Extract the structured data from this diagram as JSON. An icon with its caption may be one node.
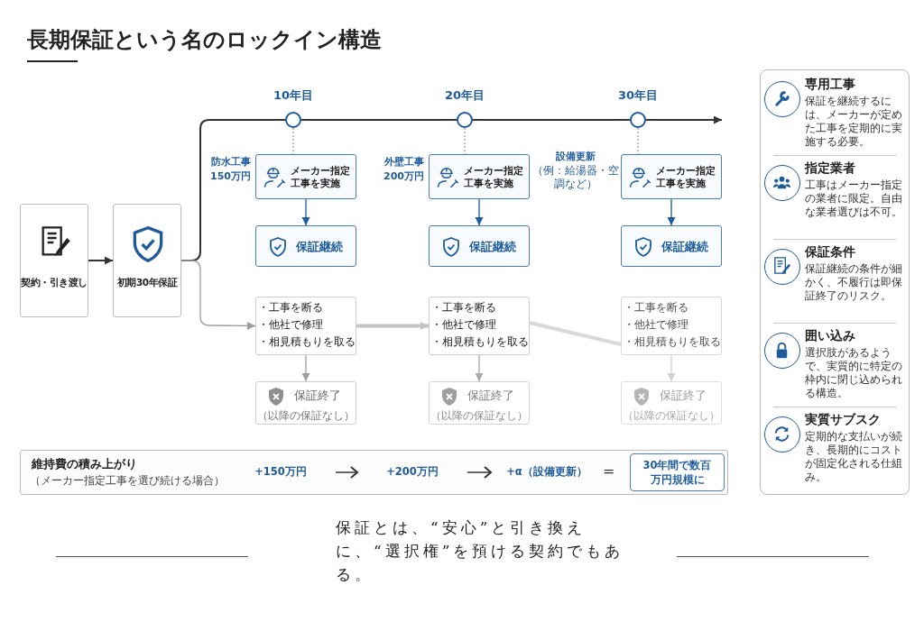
{
  "diagram": {
    "title": "長期保証という名のロックイン構造",
    "nodes": [
      {
        "text": [
          "契約・引き渡し"
        ]
      },
      {
        "text": [
          "初期30年保証"
        ]
      },
      {
        "text": [],
        "shape": "circle",
        "beside": [
          "10年目"
        ]
      },
      {
        "text": [
          "メーカー指定工事を実施"
        ],
        "beside": [
          "防水工事 150万円"
        ]
      },
      {
        "text": [
          "保証継続"
        ]
      },
      {
        "text": [
          "・工事を断る",
          "・他社で修理",
          "・相見積もりを取る"
        ]
      },
      {
        "text": [
          "保証終了",
          "（以降の保証なし）"
        ]
      },
      {
        "text": [],
        "shape": "circle",
        "beside": [
          "20年目"
        ]
      },
      {
        "text": [
          "メーカー指定工事を実施"
        ],
        "beside": [
          "外壁工事 200万円"
        ]
      },
      {
        "text": [
          "保証継続"
        ]
      },
      {
        "text": [
          "・工事を断る",
          "・他社で修理",
          "・相見積もりを取る"
        ]
      },
      {
        "text": [
          "保証終了",
          "（以降の保証なし）"
        ]
      },
      {
        "text": [],
        "shape": "circle",
        "beside": [
          "30年目"
        ]
      },
      {
        "text": [
          "メーカー指定工事を実施"
        ],
        "beside": [
          "設備更新",
          "（例：給湯器・空調など）"
        ]
      },
      {
        "text": [
          "保証継続"
        ]
      },
      {
        "text": [
          "・工事を断る",
          "・他社で修理",
          "・相見積もりを取る"
        ]
      },
      {
        "text": [
          "保証終了",
          "（以降の保証なし）"
        ]
      },
      {
        "text": [
          "専用工事",
          "保証を継続するには、メーカーが定めた工事を定期的に実施する必要。",
          "指定業者",
          "工事はメーカー指定の業者に限定。自由な業者選びは不可。",
          "保証条件",
          "保証継続の条件が細かく、不履行は即保証終了のリスク。",
          "囲い込み",
          "選択肢があるようで、実質的に特定の枠内に閉じ込められる構造。",
          "実質サブスク",
          "定期的な支払いが続き、長期的にコストが固定化される仕組み。"
        ]
      },
      {
        "text": [
          "維持費の積み上がり",
          "（メーカー指定工事を選び続ける場合）"
        ]
      },
      {
        "text": [
          "+150万円"
        ],
        "in": 18
      },
      {
        "text": [
          "+200万円"
        ],
        "in": 18
      },
      {
        "text": [
          "+α（設備更新）"
        ],
        "in": 18
      },
      {
        "text": [
          "30年間で数百万円規模に"
        ],
        "in": 18
      }
    ],
    "edges": [
      {
        "from": 0,
        "to": 1,
        "arrow": "to"
      },
      {
        "from": 1,
        "to": 2,
        "arrow": "none"
      },
      {
        "from": 2,
        "to": 7,
        "arrow": "none"
      },
      {
        "from": 7,
        "to": 12,
        "arrow": "none"
      },
      {
        "from": 12,
        "to": null,
        "arrow": "to"
      },
      {
        "from": 2,
        "to": 3,
        "arrow": "none",
        "style": "dashed",
        "color": "#9e9e9e"
      },
      {
        "from": 3,
        "to": 4,
        "arrow": "to",
        "color": "#1d5b9b"
      },
      {
        "from": 7,
        "to": 8,
        "arrow": "none",
        "style": "dashed",
        "color": "#9e9e9e"
      },
      {
        "from": 8,
        "to": 9,
        "arrow": "to",
        "color": "#1d5b9b"
      },
      {
        "from": 12,
        "to": 13,
        "arrow": "none",
        "style": "dashed",
        "color": "#9e9e9e"
      },
      {
        "from": 13,
        "to": 14,
        "arrow": "to",
        "color": "#1d5b9b"
      },
      {
        "from": 1,
        "to": 5,
        "arrow": "to",
        "color": "#9e9e9e"
      },
      {
        "from": 5,
        "to": 10,
        "arrow": "to",
        "style": "thick",
        "color": "#c4c4c4"
      },
      {
        "from": 10,
        "to": 15,
        "arrow": "none",
        "style": "thick",
        "color": "#d9d9d9"
      },
      {
        "from": 5,
        "to": 6,
        "arrow": "to",
        "color": "#9e9e9e"
      },
      {
        "from": 10,
        "to": 11,
        "arrow": "to",
        "color": "#a8a8a8"
      },
      {
        "from": 15,
        "to": 16,
        "arrow": "to",
        "color": "#d0d0d0"
      },
      {
        "from": 19,
        "to": 20,
        "arrow": "to"
      },
      {
        "from": 20,
        "to": 21,
        "arrow": "to"
      }
    ],
    "labels": [
      "=",
      "保証とは、“安心”と引き換えに、“選択権”を預ける契約でもある。"
    ]
  }
}
